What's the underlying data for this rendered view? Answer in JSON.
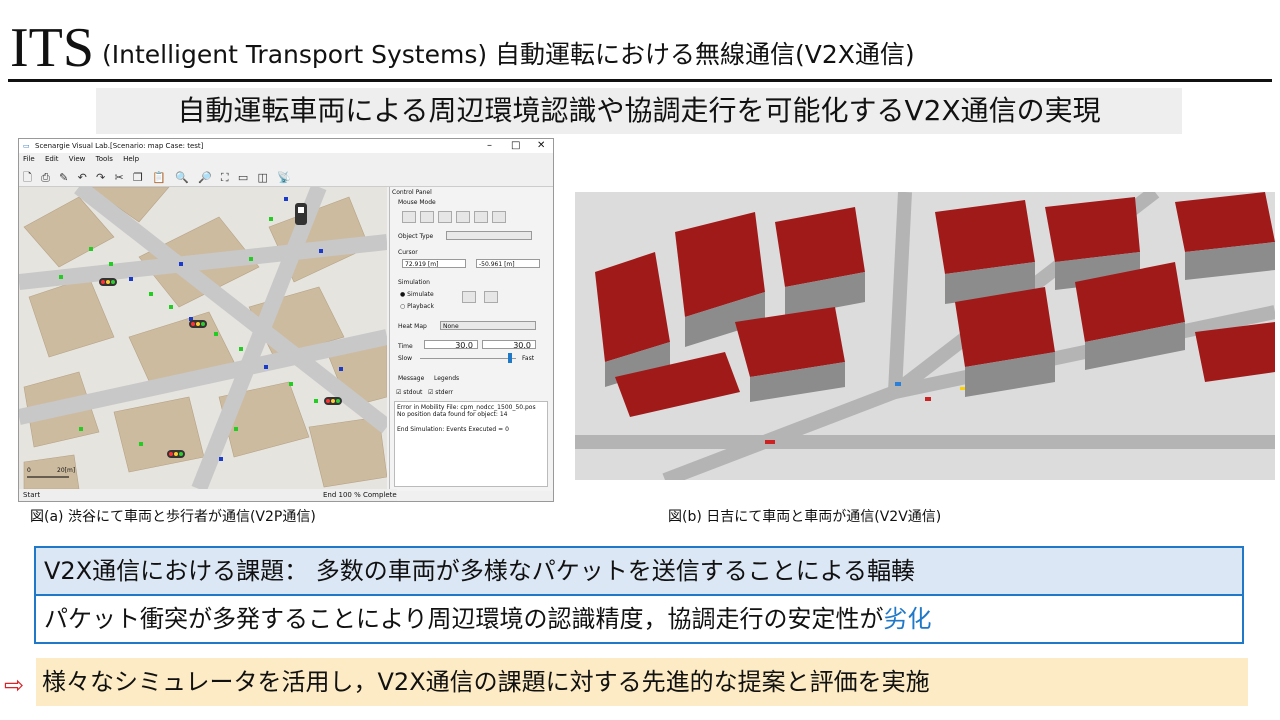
{
  "header": {
    "title_big": "ITS",
    "title_rest": "(Intelligent Transport Systems) 自動運転における無線通信(V2X通信)",
    "subtitle": "自動運転車両による周辺環境認識や協調走行を可能化するV2X通信の実現"
  },
  "simulator": {
    "window_title": "Scenargie Visual Lab.[Scenario: map Case: test]",
    "window_controls": [
      "–",
      "□",
      "✕"
    ],
    "menu": [
      "File",
      "Edit",
      "View",
      "Tools",
      "Help"
    ],
    "scale_label": "20[m]",
    "scale_zero": "0",
    "status_left": "Start",
    "status_right": "End  100 % Complete",
    "control_panel": {
      "title": "Control Panel",
      "mouse_mode": "Mouse Mode",
      "object_type": "Object Type",
      "cursor_label": "Cursor",
      "cursor_x": "72.919 [m]",
      "cursor_y": "-50.961 [m]",
      "simulation_label": "Simulation",
      "simulate": "Simulate",
      "playback": "Playback",
      "heat_map_label": "Heat Map",
      "heat_map_value": "None",
      "time_label": "Time",
      "time_value_1": "30.0",
      "time_value_2": "30.0",
      "slow": "Slow",
      "fast": "Fast",
      "tab_message": "Message",
      "tab_legends": "Legends",
      "stdout": "stdout",
      "stderr": "stderr",
      "log_line_1": "Error in Mobility File: cpm_nodcc_1500_50.pos",
      "log_line_2": "No position data found for object: 14",
      "log_line_3": "End Simulation: Events Executed = 0"
    }
  },
  "captions": {
    "a": "図(a) 渋谷にて車両と歩行者が通信(V2P通信)",
    "b": "図(b) 日吉にて車両と車両が通信(V2V通信)"
  },
  "issue": {
    "line1": "V2X通信における課題： 多数の車両が多様なパケットを送信することによる輻輳",
    "line2_main": "パケット衝突が多発することにより周辺環境の認識精度，協調走行の安定性が",
    "line2_highlight": "劣化"
  },
  "conclusion": {
    "arrow": "⇨",
    "text": "様々なシミュレータを活用し，V2X通信の課題に対する先進的な提案と評価を実施"
  },
  "colors": {
    "accent_blue": "#1f78c8",
    "issue_bg": "#dce7f5",
    "summary_bg": "#fcebc4",
    "arrow": "#d9242a",
    "building_red": "#a11a1a"
  }
}
